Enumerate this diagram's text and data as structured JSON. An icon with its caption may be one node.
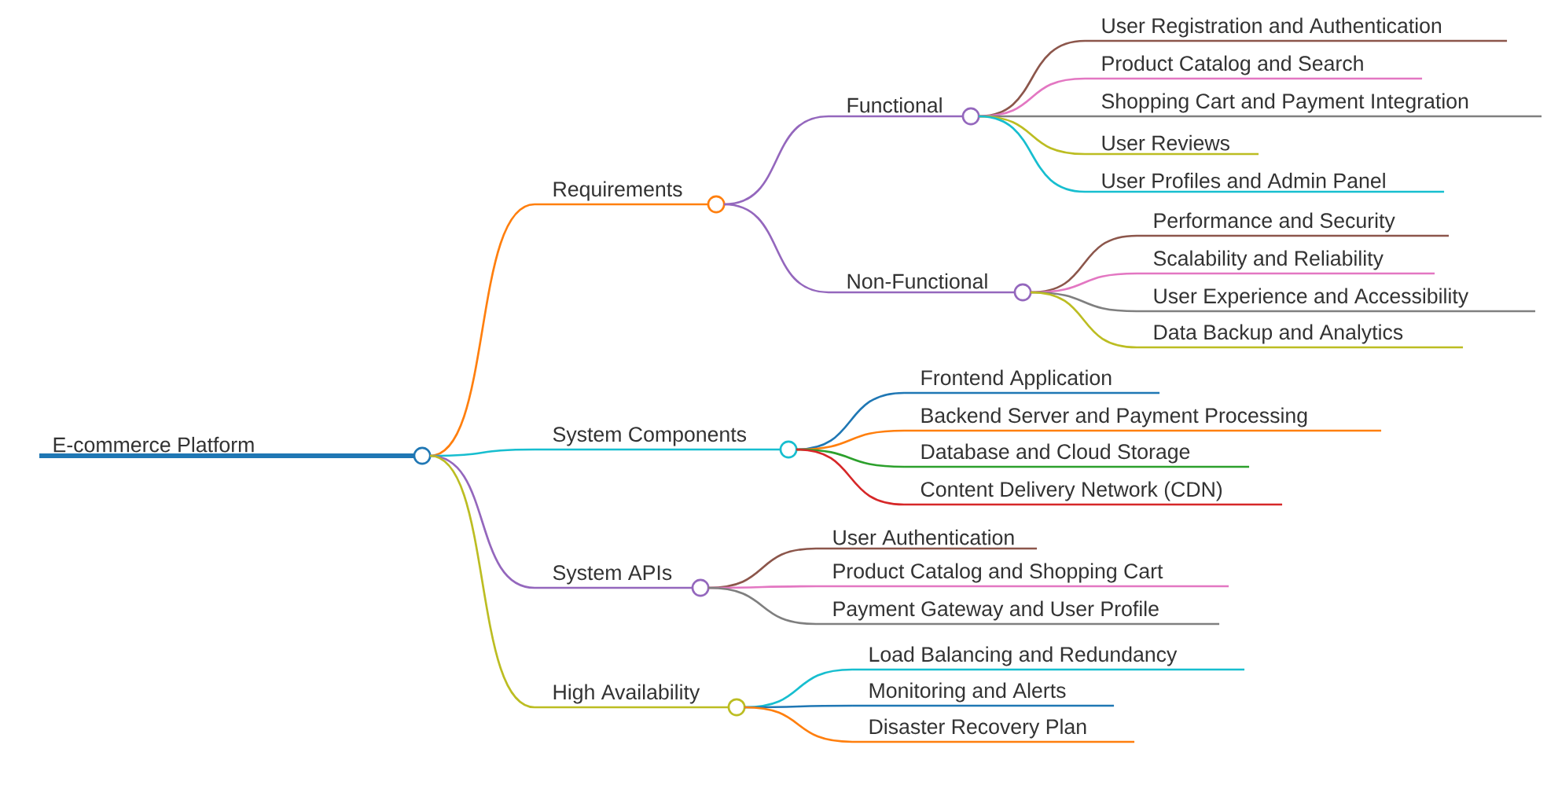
{
  "diagram": {
    "nodes": [
      {
        "text": [
          "E-commerce Platform"
        ]
      },
      {
        "text": [
          "Requirements"
        ]
      },
      {
        "text": [
          "Functional"
        ]
      },
      {
        "text": [
          "User Registration and Authentication"
        ]
      },
      {
        "text": [
          "Product Catalog and Search"
        ]
      },
      {
        "text": [
          "Shopping Cart and Payment Integration"
        ]
      },
      {
        "text": [
          "User Reviews"
        ]
      },
      {
        "text": [
          "User Profiles and Admin Panel"
        ]
      },
      {
        "text": [
          "Non-Functional"
        ]
      },
      {
        "text": [
          "Performance and Security"
        ]
      },
      {
        "text": [
          "Scalability and Reliability"
        ]
      },
      {
        "text": [
          "User Experience and Accessibility"
        ]
      },
      {
        "text": [
          "Data Backup and Analytics"
        ]
      },
      {
        "text": [
          "System Components"
        ]
      },
      {
        "text": [
          "Frontend Application"
        ]
      },
      {
        "text": [
          "Backend Server and Payment Processing"
        ]
      },
      {
        "text": [
          "Database and Cloud Storage"
        ]
      },
      {
        "text": [
          "Content Delivery Network (CDN)"
        ]
      },
      {
        "text": [
          "System APIs"
        ]
      },
      {
        "text": [
          "User Authentication"
        ]
      },
      {
        "text": [
          "Product Catalog and Shopping Cart"
        ]
      },
      {
        "text": [
          "Payment Gateway and User Profile"
        ]
      },
      {
        "text": [
          "High Availability"
        ]
      },
      {
        "text": [
          "Load Balancing and Redundancy"
        ]
      },
      {
        "text": [
          "Monitoring and Alerts"
        ]
      },
      {
        "text": [
          "Disaster Recovery Plan"
        ]
      }
    ],
    "edges": [
      {
        "from": 0,
        "to": 1,
        "arrow": "none",
        "color": "#ff7f0e"
      },
      {
        "from": 1,
        "to": 2,
        "arrow": "none",
        "color": "#9467bd"
      },
      {
        "from": 2,
        "to": 3,
        "arrow": "none",
        "color": "#8c564b"
      },
      {
        "from": 2,
        "to": 4,
        "arrow": "none",
        "color": "#e377c2"
      },
      {
        "from": 2,
        "to": 5,
        "arrow": "none",
        "color": "#7f7f7f"
      },
      {
        "from": 2,
        "to": 6,
        "arrow": "none",
        "color": "#bcbd22"
      },
      {
        "from": 2,
        "to": 7,
        "arrow": "none",
        "color": "#17becf"
      },
      {
        "from": 1,
        "to": 8,
        "arrow": "none",
        "color": "#9467bd"
      },
      {
        "from": 8,
        "to": 9,
        "arrow": "none",
        "color": "#8c564b"
      },
      {
        "from": 8,
        "to": 10,
        "arrow": "none",
        "color": "#e377c2"
      },
      {
        "from": 8,
        "to": 11,
        "arrow": "none",
        "color": "#7f7f7f"
      },
      {
        "from": 8,
        "to": 12,
        "arrow": "none",
        "color": "#bcbd22"
      },
      {
        "from": 0,
        "to": 13,
        "arrow": "none",
        "color": "#17becf"
      },
      {
        "from": 13,
        "to": 14,
        "arrow": "none",
        "color": "#1f77b4"
      },
      {
        "from": 13,
        "to": 15,
        "arrow": "none",
        "color": "#ff7f0e"
      },
      {
        "from": 13,
        "to": 16,
        "arrow": "none",
        "color": "#2ca02c"
      },
      {
        "from": 13,
        "to": 17,
        "arrow": "none",
        "color": "#d62728"
      },
      {
        "from": 0,
        "to": 18,
        "arrow": "none",
        "color": "#9467bd"
      },
      {
        "from": 18,
        "to": 19,
        "arrow": "none",
        "color": "#8c564b"
      },
      {
        "from": 18,
        "to": 20,
        "arrow": "none",
        "color": "#e377c2"
      },
      {
        "from": 18,
        "to": 21,
        "arrow": "none",
        "color": "#7f7f7f"
      },
      {
        "from": 0,
        "to": 22,
        "arrow": "none",
        "color": "#bcbd22"
      },
      {
        "from": 22,
        "to": 23,
        "arrow": "none",
        "color": "#17becf"
      },
      {
        "from": 22,
        "to": 24,
        "arrow": "none",
        "color": "#1f77b4"
      },
      {
        "from": 22,
        "to": 25,
        "arrow": "none",
        "color": "#ff7f0e"
      }
    ]
  }
}
